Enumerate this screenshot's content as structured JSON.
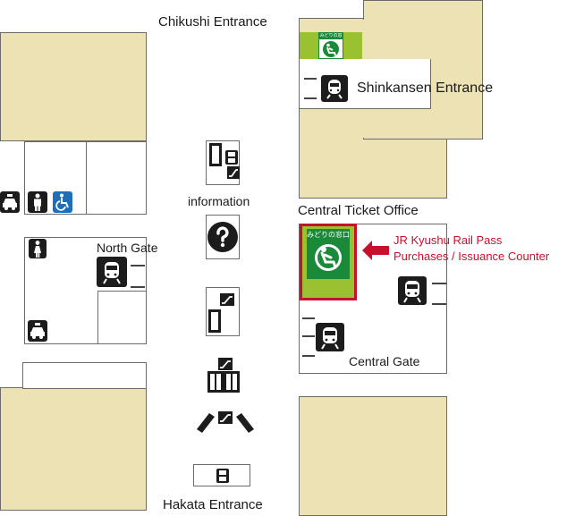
{
  "labels": {
    "chikushi_entrance": "Chikushi Entrance",
    "shinkansen_entrance": "Shinkansen Entrance",
    "information": "information",
    "central_ticket_office": "Central Ticket Office",
    "north_gate": "North Gate",
    "central_gate": "Central Gate",
    "hakata_entrance": "Hakata Entrance"
  },
  "callout": {
    "line1": "JR Kyushu Rail Pass",
    "line2": "Purchases / Issuance Counter"
  },
  "sign": {
    "small_label": "みどりの窓口",
    "large_label": "みどりの窓口"
  },
  "icons": [
    "taxi-icon",
    "male-toilet-icon",
    "wheelchair-icon",
    "female-toilet-icon",
    "taxi-icon",
    "train-icon",
    "question-icon",
    "escalator-icon",
    "elevator-icon",
    "stairs-icon",
    "locker-icon",
    "ticket-office-icon"
  ],
  "colors": {
    "building": "#ede2b3",
    "ticket_office_green": "#9ac12f",
    "sign_green": "#1a8a3a",
    "highlight_red": "#c8102e",
    "wheelchair_blue": "#1e6fb8"
  }
}
